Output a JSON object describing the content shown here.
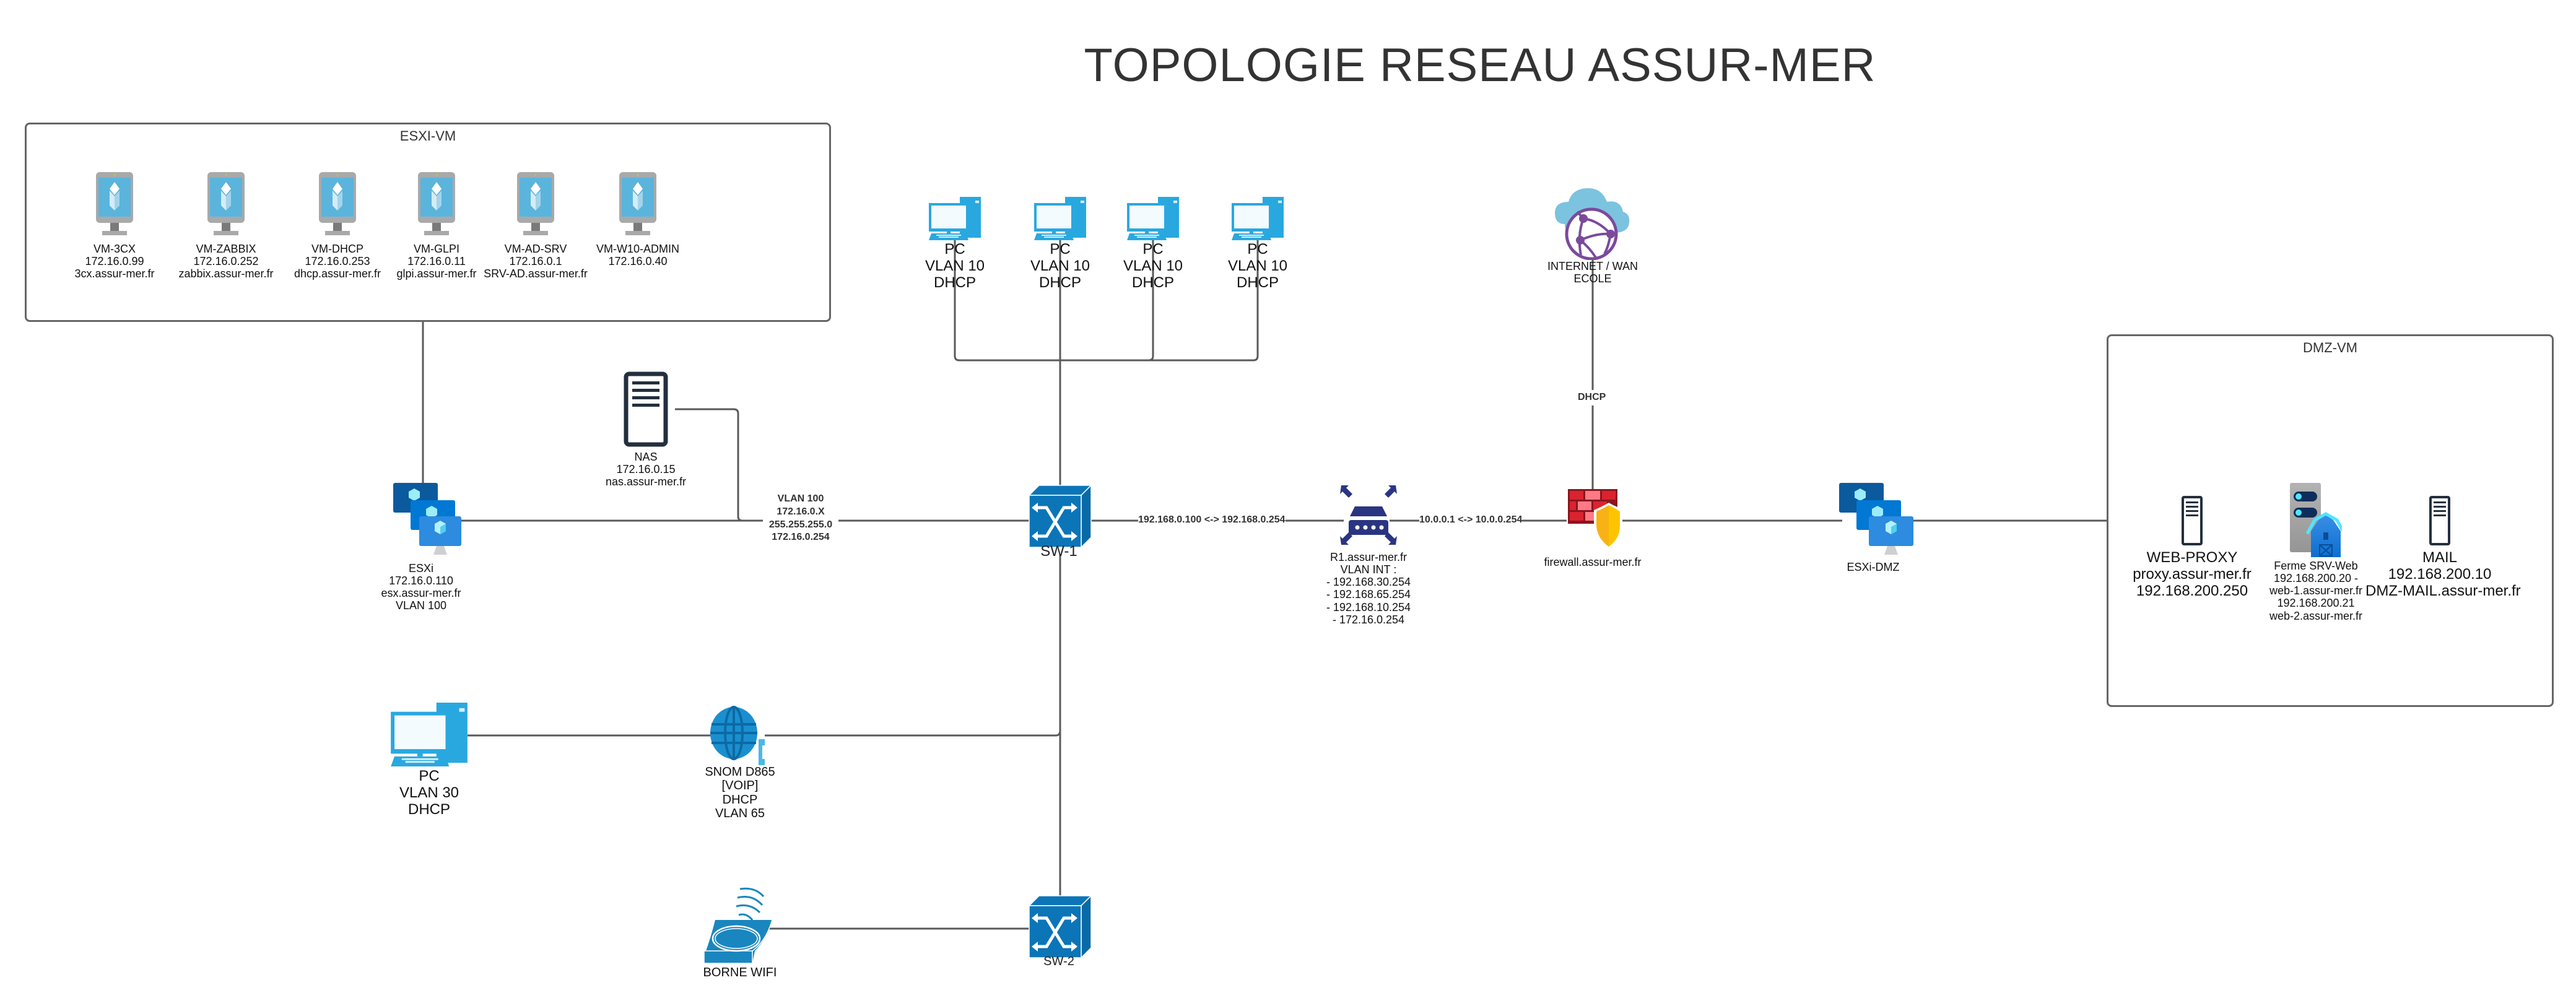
{
  "title": "TOPOLOGIE RESEAU ASSUR-MER",
  "groups": {
    "esxi_vm": {
      "label": "ESXI-VM"
    },
    "dmz_vm": {
      "label": "DMZ-VM"
    }
  },
  "esxi_vms": [
    {
      "name": "VM-3CX",
      "ip": "172.16.0.99",
      "fqdn": "3cx.assur-mer.fr",
      "icon": "virtual-machine-icon"
    },
    {
      "name": "VM-ZABBIX",
      "ip": "172.16.0.252",
      "fqdn": "zabbix.assur-mer.fr",
      "icon": "virtual-machine-icon"
    },
    {
      "name": "VM-DHCP",
      "ip": "172.16.0.253",
      "fqdn": "dhcp.assur-mer.fr",
      "icon": "virtual-machine-icon"
    },
    {
      "name": "VM-GLPI",
      "ip": "172.16.0.11",
      "fqdn": "glpi.assur-mer.fr",
      "icon": "virtual-machine-icon"
    },
    {
      "name": "VM-AD-SRV",
      "ip": "172.16.0.1",
      "fqdn": "SRV-AD.assur-mer.fr",
      "icon": "virtual-machine-icon"
    },
    {
      "name": "VM-W10-ADMIN",
      "ip": "172.16.0.40",
      "fqdn": "",
      "icon": "virtual-machine-icon"
    }
  ],
  "nodes": {
    "esxi": {
      "lines": [
        "ESXi",
        "172.16.0.110",
        "esx.assur-mer.fr",
        "VLAN 100"
      ],
      "icon": "vm-scale-set-icon"
    },
    "nas": {
      "lines": [
        "NAS",
        "172.16.0.15",
        "nas.assur-mer.fr"
      ],
      "icon": "server-icon"
    },
    "sw1": {
      "label": "SW-1",
      "icon": "switch-icon"
    },
    "sw2": {
      "label": "SW-2",
      "icon": "switch-icon"
    },
    "router": {
      "lines": [
        "R1.assur-mer.fr",
        "VLAN INT :",
        "- 192.168.30.254",
        "- 192.168.65.254",
        "- 192.168.10.254",
        "- 172.16.0.254"
      ],
      "icon": "router-icon"
    },
    "firewall": {
      "label": "firewall.assur-mer.fr",
      "icon": "firewall-icon"
    },
    "internet": {
      "lines": [
        "INTERNET / WAN",
        "ECOLE"
      ],
      "icon": "cloud-globe-icon"
    },
    "esxi_dmz": {
      "label": "ESXi-DMZ",
      "icon": "vm-scale-set-icon"
    },
    "pc_vlan30": {
      "lines": [
        "PC",
        "VLAN 30",
        "DHCP"
      ],
      "icon": "desktop-pc-icon"
    },
    "voip": {
      "lines": [
        "SNOM D865",
        "[VOIP]",
        "DHCP",
        "VLAN 65"
      ],
      "icon": "ip-phone-icon"
    },
    "wifi": {
      "label": "BORNE WIFI",
      "icon": "wireless-access-point-icon"
    }
  },
  "pcs_vlan10": [
    {
      "lines": [
        "PC",
        "VLAN 10",
        "DHCP"
      ]
    },
    {
      "lines": [
        "PC",
        "VLAN 10",
        "DHCP"
      ]
    },
    {
      "lines": [
        "PC",
        "VLAN 10",
        "DHCP"
      ]
    },
    {
      "lines": [
        "PC",
        "VLAN 10",
        "DHCP"
      ]
    }
  ],
  "dmz_servers": {
    "proxy": {
      "lines": [
        "WEB-PROXY",
        "proxy.assur-mer.fr",
        "192.168.200.250"
      ],
      "icon": "server-icon"
    },
    "web_farm": {
      "lines": [
        "Ferme SRV-Web",
        "192.168.200.20 -",
        "web-1.assur-mer.fr",
        "192.168.200.21",
        "web-2.assur-mer.fr"
      ],
      "icon": "server-farm-icon"
    },
    "mail": {
      "lines": [
        "MAIL",
        "192.168.200.10",
        "DMZ-MAIL.assur-mer.fr"
      ],
      "icon": "server-icon"
    }
  },
  "edge_labels": {
    "vlan100": [
      "VLAN 100",
      "172.16.0.X",
      "255.255.255.0",
      "172.16.0.254"
    ],
    "sw1_router": "192.168.0.100 <-> 192.168.0.254",
    "router_firewall": "10.0.0.1 <-> 10.0.0.254",
    "internet_firewall": "DHCP"
  },
  "colors": {
    "line": "#5a5a5a",
    "switch": "#0b75b8",
    "router": "#2a3582",
    "firewall_red": "#d9242f",
    "shield_yellow": "#ffc400",
    "pc_blue": "#29a8e0",
    "vm_blue": "#5ab4dc",
    "cloud": "#7cc3e0",
    "globe_purple": "#7b4a9c"
  }
}
